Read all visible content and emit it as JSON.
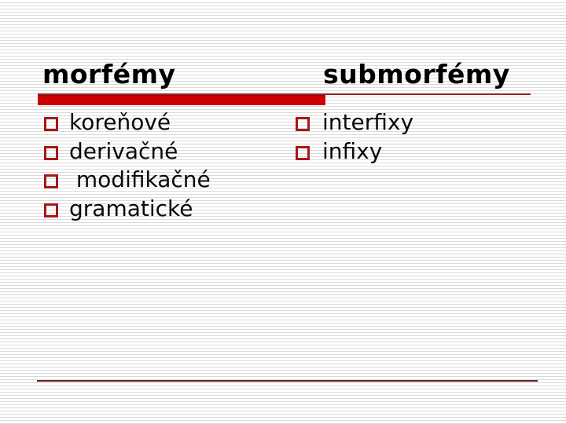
{
  "slide": {
    "titles": {
      "left": "morfémy",
      "right": "submorfémy"
    },
    "lists": {
      "left": [
        "koreňové",
        "derivačné",
        " modifikačné",
        "gramatické"
      ],
      "right": [
        "interfixy",
        "infixy"
      ]
    },
    "bullet_icon": "hollow-square-icon",
    "colors": {
      "title_text": "#000000",
      "underline_bar": "#CC0000",
      "underline_thin_rule": "#8E2626",
      "bullet_border": "#A31919",
      "bottom_rule_dark": "#602424",
      "bottom_rule_light": "#F2D8D8",
      "background_rule_lines": "#DBDBDB"
    }
  }
}
